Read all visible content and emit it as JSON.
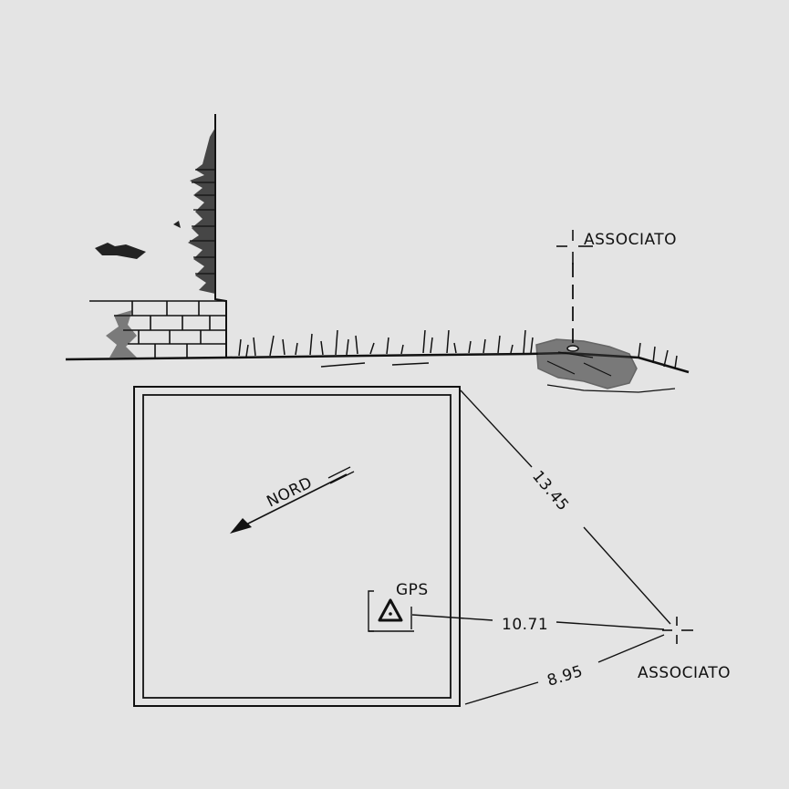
{
  "labels": {
    "associato_top": "ASSOCIATO",
    "associato_bottom": "ASSOCIATO",
    "nord": "NORD",
    "gps": "GPS"
  },
  "measurements": {
    "diagonal": "13.45",
    "to_gps": "10.71",
    "to_corner": "8.95"
  },
  "colors": {
    "paper": "#e4e4e4",
    "ink": "#111111"
  },
  "icons": {
    "gps": "warning-triangle-icon",
    "marker": "crosshair-icon"
  }
}
